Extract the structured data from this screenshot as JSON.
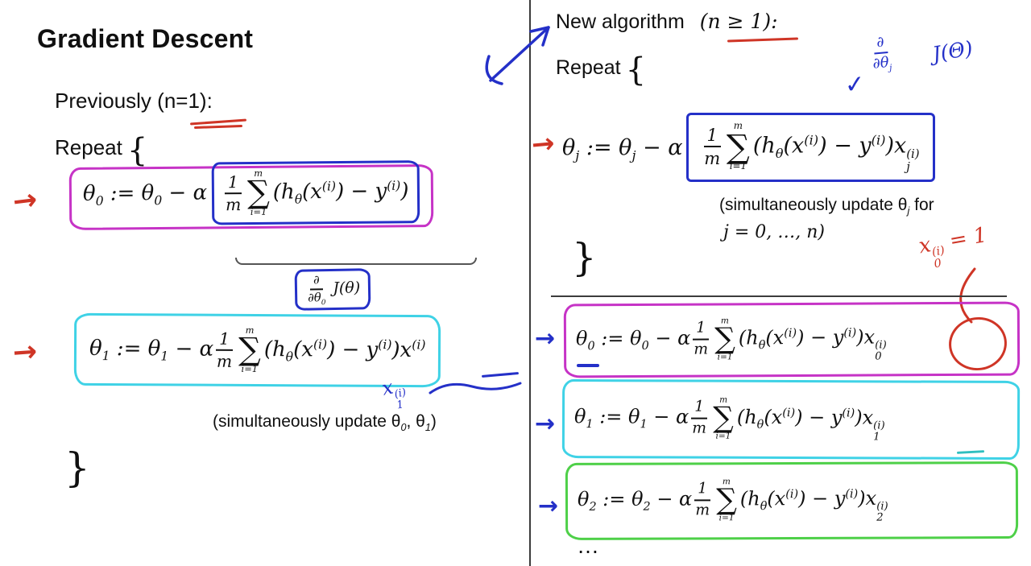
{
  "colors": {
    "red": "#cf3526",
    "magenta": "#c633c6",
    "blue": "#2430c8",
    "cyan": "#3fd2e6",
    "green": "#4ed048",
    "teal": "#2fbfbf",
    "divider": "#3c3c3c"
  },
  "glyphs": {
    "arrow": "→",
    "open_brace": "{",
    "close_brace": "}"
  },
  "left": {
    "title": "Gradient Descent",
    "previously": "Previously",
    "n_eq_1": "(n=1):",
    "repeat": "Repeat",
    "eq0_pre": [
      {
        "t": "txt",
        "v": "θ"
      },
      {
        "t": "sub",
        "v": "0"
      },
      {
        "t": "txt",
        "v": " := θ"
      },
      {
        "t": "sub",
        "v": "0"
      },
      {
        "t": "txt",
        "v": " − α"
      }
    ],
    "eq0_boxed": [
      {
        "t": "frac",
        "num": [
          {
            "t": "txt",
            "v": "1"
          }
        ],
        "den": [
          {
            "t": "txt",
            "v": "m"
          }
        ]
      },
      {
        "t": "sum",
        "up": "m",
        "low": "i=1"
      },
      {
        "t": "txt",
        "v": "(h"
      },
      {
        "t": "sub",
        "v": "θ"
      },
      {
        "t": "txt",
        "v": "(x"
      },
      {
        "t": "sup",
        "v": "(i)"
      },
      {
        "t": "txt",
        "v": ") − y"
      },
      {
        "t": "sup",
        "v": "(i)"
      },
      {
        "t": "txt",
        "v": ")"
      }
    ],
    "brace_label": [
      {
        "t": "frac",
        "num": [
          {
            "t": "txt",
            "v": "∂"
          }
        ],
        "den": [
          {
            "t": "txt",
            "v": "∂θ"
          },
          {
            "t": "sub",
            "v": "0"
          }
        ]
      },
      {
        "t": "txt",
        "v": " J(θ)"
      }
    ],
    "eq1": [
      {
        "t": "txt",
        "v": "θ"
      },
      {
        "t": "sub",
        "v": "1"
      },
      {
        "t": "txt",
        "v": " := θ"
      },
      {
        "t": "sub",
        "v": "1"
      },
      {
        "t": "txt",
        "v": " − α"
      },
      {
        "t": "frac",
        "num": [
          {
            "t": "txt",
            "v": "1"
          }
        ],
        "den": [
          {
            "t": "txt",
            "v": "m"
          }
        ]
      },
      {
        "t": "sum",
        "up": "m",
        "low": "i=1"
      },
      {
        "t": "txt",
        "v": "(h"
      },
      {
        "t": "sub",
        "v": "θ"
      },
      {
        "t": "txt",
        "v": "(x"
      },
      {
        "t": "sup",
        "v": "(i)"
      },
      {
        "t": "txt",
        "v": ") − y"
      },
      {
        "t": "sup",
        "v": "(i)"
      },
      {
        "t": "txt",
        "v": ")x"
      },
      {
        "t": "sup",
        "v": "(i)"
      }
    ],
    "x1_note": [
      {
        "t": "txt",
        "v": "x"
      },
      {
        "t": "ss",
        "sup": "(i)",
        "sub": "1"
      }
    ],
    "sim": [
      {
        "t": "txt",
        "v": "(simultaneously update θ"
      },
      {
        "t": "sub",
        "v": "0"
      },
      {
        "t": "txt",
        "v": ", θ"
      },
      {
        "t": "sub",
        "v": "1"
      },
      {
        "t": "txt",
        "v": ")"
      }
    ]
  },
  "right": {
    "header": "New algorithm",
    "n_cond": "(n ≥ 1):",
    "repeat": "Repeat",
    "check_mark": "✓",
    "deriv_frac": [
      {
        "t": "frac",
        "num": [
          {
            "t": "txt",
            "v": "∂"
          }
        ],
        "den": [
          {
            "t": "txt",
            "v": "∂θ"
          },
          {
            "t": "sub",
            "v": "j"
          }
        ]
      }
    ],
    "deriv_J": "J(Θ)",
    "eqj_pre": [
      {
        "t": "txt",
        "v": "θ"
      },
      {
        "t": "sub",
        "v": "j"
      },
      {
        "t": "txt",
        "v": " := θ"
      },
      {
        "t": "sub",
        "v": "j"
      },
      {
        "t": "txt",
        "v": " − α"
      }
    ],
    "eqj_boxed": [
      {
        "t": "frac",
        "num": [
          {
            "t": "txt",
            "v": "1"
          }
        ],
        "den": [
          {
            "t": "txt",
            "v": "m"
          }
        ]
      },
      {
        "t": "sum",
        "up": "m",
        "low": "i=1"
      },
      {
        "t": "txt",
        "v": "(h"
      },
      {
        "t": "sub",
        "v": "θ"
      },
      {
        "t": "txt",
        "v": "(x"
      },
      {
        "t": "sup",
        "v": "(i)"
      },
      {
        "t": "txt",
        "v": ") − y"
      },
      {
        "t": "sup",
        "v": "(i)"
      },
      {
        "t": "txt",
        "v": ")x"
      },
      {
        "t": "ss",
        "sup": "(i)",
        "sub": "j"
      }
    ],
    "sim1": [
      {
        "t": "txt",
        "v": "(simultaneously update θ"
      },
      {
        "t": "sub",
        "v": "j"
      },
      {
        "t": "txt",
        "v": " for"
      }
    ],
    "sim2": [
      {
        "t": "txt",
        "v": "j = 0, …, n)"
      }
    ],
    "x0_note": [
      {
        "t": "txt",
        "v": "x"
      },
      {
        "t": "ss",
        "sup": "(i)",
        "sub": "0"
      },
      {
        "t": "txt",
        "v": " = 1"
      }
    ],
    "rows": [
      {
        "name": "theta0",
        "tokens": [
          {
            "t": "txt",
            "v": "θ"
          },
          {
            "t": "sub",
            "v": "0"
          },
          {
            "t": "txt",
            "v": " := θ"
          },
          {
            "t": "sub",
            "v": "0"
          },
          {
            "t": "txt",
            "v": " − α"
          },
          {
            "t": "frac",
            "num": [
              {
                "t": "txt",
                "v": "1"
              }
            ],
            "den": [
              {
                "t": "txt",
                "v": "m"
              }
            ]
          },
          {
            "t": "sum",
            "up": "m",
            "low": "i=1"
          },
          {
            "t": "txt",
            "v": "(h"
          },
          {
            "t": "sub",
            "v": "θ"
          },
          {
            "t": "txt",
            "v": "(x"
          },
          {
            "t": "sup",
            "v": "(i)"
          },
          {
            "t": "txt",
            "v": ") − y"
          },
          {
            "t": "sup",
            "v": "(i)"
          },
          {
            "t": "txt",
            "v": ")x"
          },
          {
            "t": "ss",
            "sup": "(i)",
            "sub": "0"
          }
        ]
      },
      {
        "name": "theta1",
        "tokens": [
          {
            "t": "txt",
            "v": "θ"
          },
          {
            "t": "sub",
            "v": "1"
          },
          {
            "t": "txt",
            "v": " := θ"
          },
          {
            "t": "sub",
            "v": "1"
          },
          {
            "t": "txt",
            "v": " − α"
          },
          {
            "t": "frac",
            "num": [
              {
                "t": "txt",
                "v": "1"
              }
            ],
            "den": [
              {
                "t": "txt",
                "v": "m"
              }
            ]
          },
          {
            "t": "sum",
            "up": "m",
            "low": "i=1"
          },
          {
            "t": "txt",
            "v": "(h"
          },
          {
            "t": "sub",
            "v": "θ"
          },
          {
            "t": "txt",
            "v": "(x"
          },
          {
            "t": "sup",
            "v": "(i)"
          },
          {
            "t": "txt",
            "v": ") − y"
          },
          {
            "t": "sup",
            "v": "(i)"
          },
          {
            "t": "txt",
            "v": ")x"
          },
          {
            "t": "ss",
            "sup": "(i)",
            "sub": "1"
          }
        ]
      },
      {
        "name": "theta2",
        "tokens": [
          {
            "t": "txt",
            "v": "θ"
          },
          {
            "t": "sub",
            "v": "2"
          },
          {
            "t": "txt",
            "v": " := θ"
          },
          {
            "t": "sub",
            "v": "2"
          },
          {
            "t": "txt",
            "v": " − α"
          },
          {
            "t": "frac",
            "num": [
              {
                "t": "txt",
                "v": "1"
              }
            ],
            "den": [
              {
                "t": "txt",
                "v": "m"
              }
            ]
          },
          {
            "t": "sum",
            "up": "m",
            "low": "i=1"
          },
          {
            "t": "txt",
            "v": "(h"
          },
          {
            "t": "sub",
            "v": "θ"
          },
          {
            "t": "txt",
            "v": "(x"
          },
          {
            "t": "sup",
            "v": "(i)"
          },
          {
            "t": "txt",
            "v": ") − y"
          },
          {
            "t": "sup",
            "v": "(i)"
          },
          {
            "t": "txt",
            "v": ")x"
          },
          {
            "t": "ss",
            "sup": "(i)",
            "sub": "2"
          }
        ]
      }
    ],
    "ellipsis": "…"
  }
}
